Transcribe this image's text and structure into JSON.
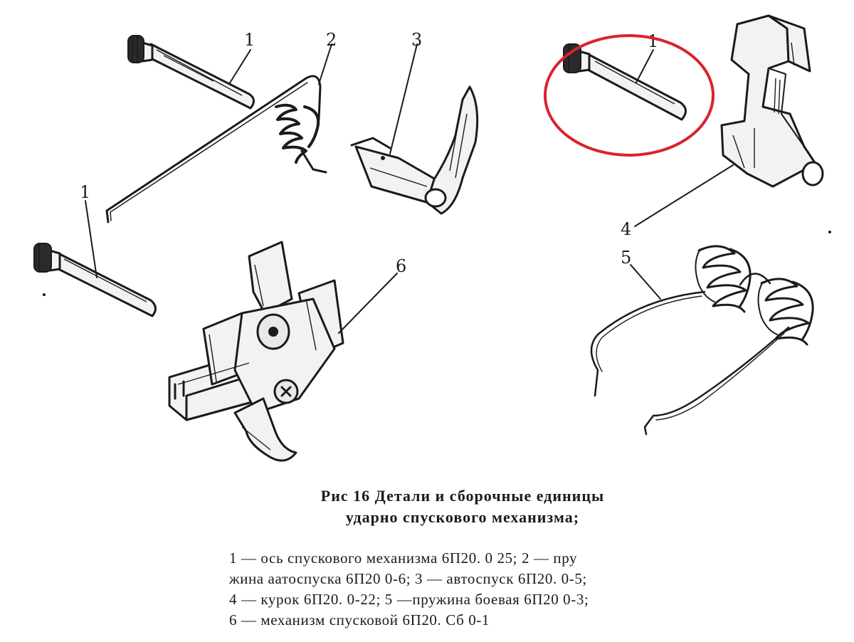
{
  "callouts": {
    "pin_top": "1",
    "spring_wire": "2",
    "auto_trigger": "3",
    "pin_left": "1",
    "trigger_mechanism": "6",
    "pin_highlighted": "1",
    "hammer": "4",
    "mainspring": "5"
  },
  "caption": {
    "title_line1": "Рис 16 Детали и сборочные единицы",
    "title_line2": "ударно спускового механизма;"
  },
  "legend": {
    "line1": "1 — ось спускового механизма 6П20. 0 25; 2 — пру",
    "line2": "жина аатоспуска 6П20 0-6; 3 — автоспуск 6П20. 0-5;",
    "line3": "4 — курок 6П20. 0-22; 5 —пружина боевая 6П20 0-3;",
    "line4": "6 — механизм спусковой 6П20. Сб 0-1"
  },
  "colors": {
    "ink": "#1b1b1b",
    "highlight": "#d9232d",
    "background": "#ffffff"
  }
}
